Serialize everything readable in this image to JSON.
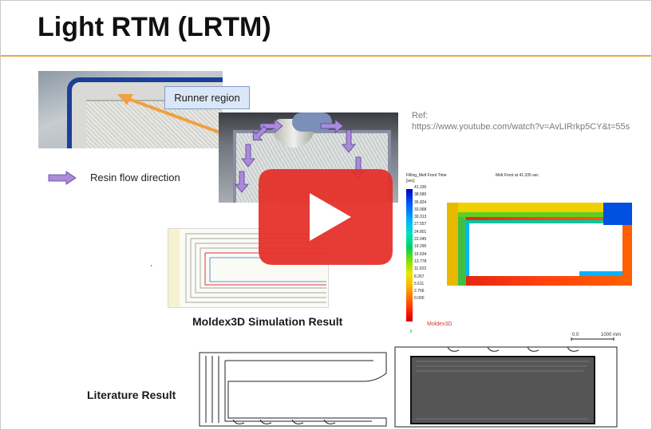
{
  "slide": {
    "title": "Light RTM (LRTM)",
    "callout_label": "Runner region",
    "ref_label": "Ref:",
    "ref_url": "https://www.youtube.com/watch?v=AvLIRrkp5CY&t=55s",
    "legend_label": "Resin flow direction",
    "sim_caption": "Moldex3D Simulation Result",
    "lit_caption": "Literature Result"
  },
  "sim_panel": {
    "header_left": "Filling_Melt Front Time",
    "header_unit": "[sec]",
    "header_right": "Melt Front at    41.335 sec",
    "scale_values": [
      "41.335",
      "38.580",
      "35.824",
      "33.068",
      "30.313",
      "27.557",
      "24.801",
      "22.045",
      "19.290",
      "16.534",
      "13.778",
      "11.023",
      "8.267",
      "5.511",
      "2.756",
      "0.000"
    ],
    "logo": "Moldex3D"
  },
  "lit_panel": {
    "scale_left": "0.0",
    "scale_right": "1000 mm"
  },
  "colors": {
    "accent_rule": "#e8a54a",
    "play_red": "#e52d27",
    "arrow_orange": "#f0a040",
    "arrow_purple": "#a98bd8"
  },
  "video": {
    "play_button": "play-icon"
  }
}
